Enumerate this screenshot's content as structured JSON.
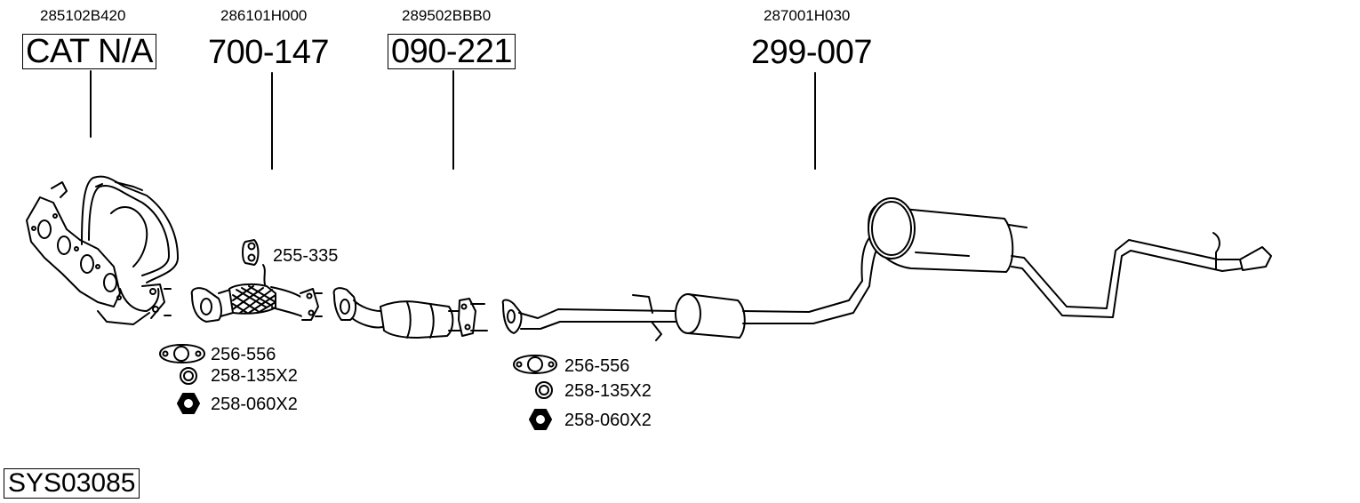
{
  "diagram": {
    "system_code": "SYS03085",
    "parts": [
      {
        "oem": "285102B420",
        "part_no": "CAT N/A",
        "boxed": true,
        "name": "manifold-catalyst"
      },
      {
        "oem": "286101H000",
        "part_no": "700-147",
        "boxed": false,
        "name": "front-pipe-flex"
      },
      {
        "oem": "289502BBB0",
        "part_no": "090-221",
        "boxed": true,
        "name": "catalytic-converter"
      },
      {
        "oem": "287001H030",
        "part_no": "299-007",
        "boxed": false,
        "name": "rear-silencer-system"
      }
    ],
    "accessories": {
      "hanger": "255-335",
      "group1": [
        {
          "label": "256-556",
          "icon": "gasket-icon"
        },
        {
          "label": "258-135X2",
          "icon": "washer-icon"
        },
        {
          "label": "258-060X2",
          "icon": "nut-icon"
        }
      ],
      "group2": [
        {
          "label": "256-556",
          "icon": "gasket-icon"
        },
        {
          "label": "258-135X2",
          "icon": "washer-icon"
        },
        {
          "label": "258-060X2",
          "icon": "nut-icon"
        }
      ]
    },
    "colors": {
      "line": "#000000",
      "background": "#ffffff"
    }
  }
}
